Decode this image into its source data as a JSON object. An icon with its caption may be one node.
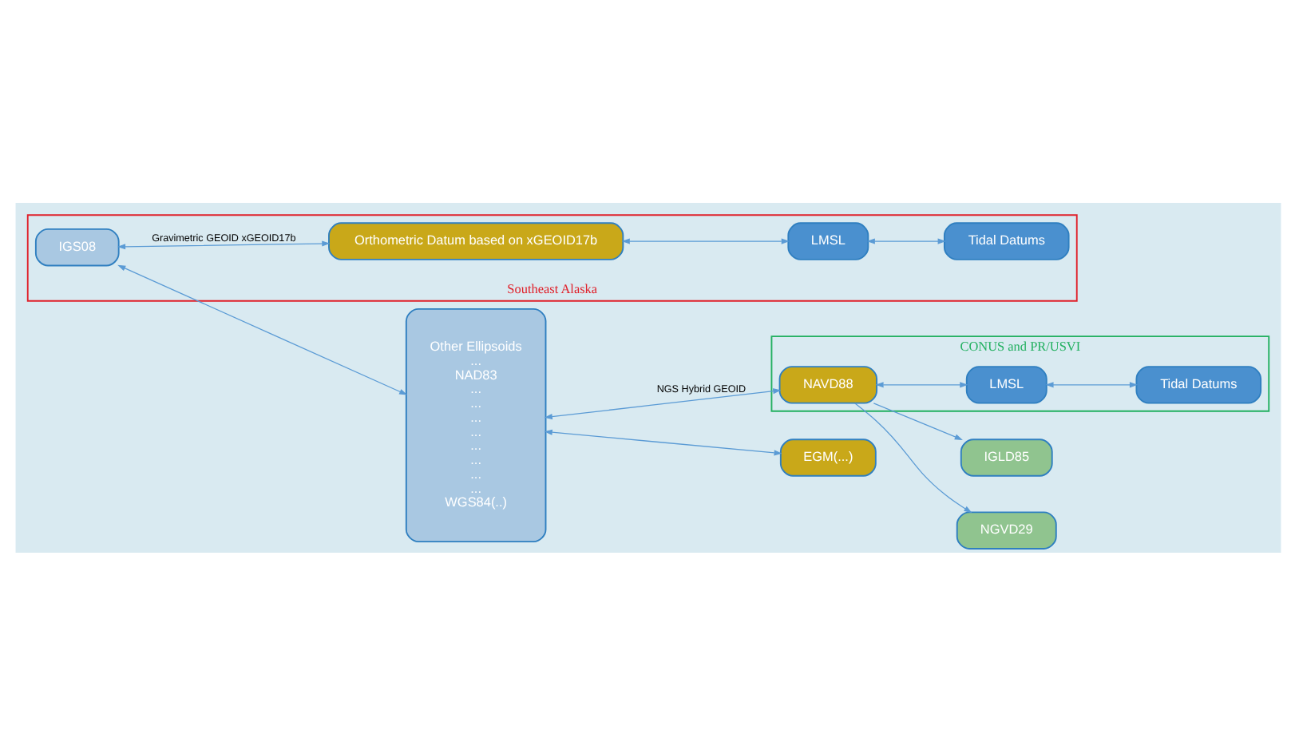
{
  "diagram": {
    "nodes": [
      {
        "text": [
          "Southeast Alaska"
        ]
      },
      {
        "text": [
          "IGS08"
        ],
        "in": 0
      },
      {
        "text": [
          "Orthometric Datum based on xGEOID17b"
        ],
        "in": 0
      },
      {
        "text": [
          "LMSL"
        ],
        "in": 0
      },
      {
        "text": [
          "Tidal Datums"
        ],
        "in": 0
      },
      {
        "text": [
          "Other Ellipsoids",
          "...",
          "NAD83",
          "...",
          "...",
          "...",
          "...",
          "...",
          "...",
          "...",
          "...",
          "WGS84(..)"
        ]
      },
      {
        "text": [
          "CONUS and PR/USVI"
        ]
      },
      {
        "text": [
          "NAVD88"
        ],
        "in": 6
      },
      {
        "text": [
          "LMSL"
        ],
        "in": 6
      },
      {
        "text": [
          "Tidal Datums"
        ],
        "in": 6
      },
      {
        "text": [
          "IGLD85"
        ]
      },
      {
        "text": [
          "NGVD29"
        ]
      },
      {
        "text": [
          "EGM(...)"
        ]
      }
    ],
    "edges": [
      {
        "from": 1,
        "to": 2,
        "arrow": "both",
        "label": "Gravimetric GEOID xGEOID17b"
      },
      {
        "from": 2,
        "to": 3,
        "arrow": "both"
      },
      {
        "from": 3,
        "to": 4,
        "arrow": "both"
      },
      {
        "from": 1,
        "to": 5,
        "arrow": "both"
      },
      {
        "from": 5,
        "to": 7,
        "arrow": "both",
        "label": "NGS Hybrid GEOID"
      },
      {
        "from": 7,
        "to": 8,
        "arrow": "both"
      },
      {
        "from": 8,
        "to": 9,
        "arrow": "both"
      },
      {
        "from": 7,
        "to": 10,
        "arrow": "to"
      },
      {
        "from": 7,
        "to": 11,
        "arrow": "to"
      },
      {
        "from": 5,
        "to": 12,
        "arrow": "both"
      }
    ]
  }
}
